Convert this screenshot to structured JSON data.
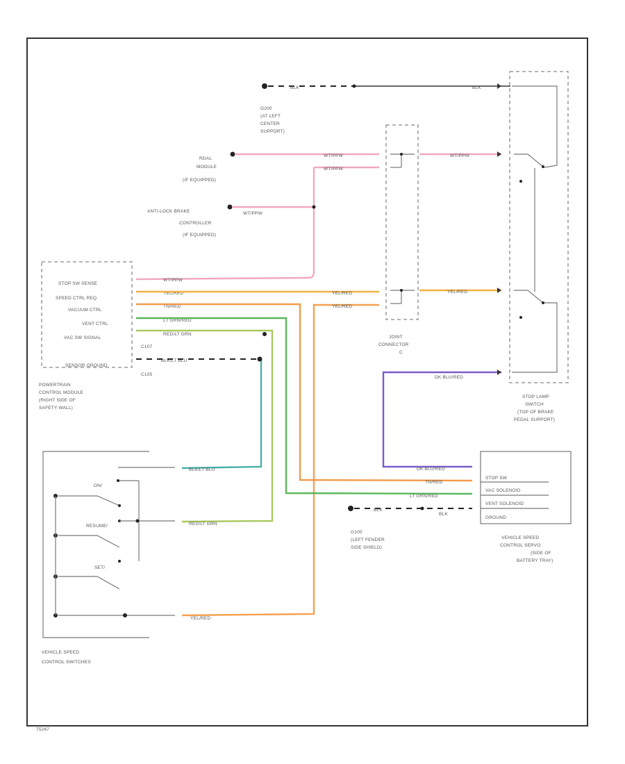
{
  "colors": {
    "pink": "#f2a7c3",
    "orange_yel": "#f5b040",
    "orange": "#f39a4a",
    "green_yel": "#8fcf60",
    "green": "#58b85a",
    "teal": "#48b0a8",
    "purple": "#7a5cc9",
    "violet": "#9d5fd0",
    "black": "#333333"
  },
  "labels": {
    "g200": [
      "G200",
      "(AT LEFT",
      "CENTER",
      "SUPPORT)"
    ],
    "rdal": [
      "RDAL",
      "MODULE",
      "(IF EQUIPPED)"
    ],
    "abs": [
      "ANTI-LOCK BRAKE",
      "CONTROLLER",
      "(IF EQUIPPED)"
    ],
    "pcm": [
      "POWERTRAIN",
      "CONTROL MODULE",
      "(RIGHT SIDE OF",
      "SAFETY WALL)"
    ],
    "joint": [
      "JOINT",
      "CONNECTOR",
      "C"
    ],
    "stoplamp": [
      "STOP LAMP",
      "SWITCH",
      "(TOP OF BRAKE",
      "PEDAL SUPPORT)"
    ],
    "servo": [
      "VEHICLE SPEED",
      "CONTROL SERVO",
      "(SIDE OF",
      "BATTERY TRAY)"
    ],
    "g100": [
      "G100",
      "(LEFT FENDER",
      "SIDE SHIELD)"
    ],
    "switches": [
      "VEHICLE SPEED",
      "CONTROL SWITCHES"
    ],
    "footer": "75267"
  },
  "pcm_pins": [
    "STOP SW SENSE",
    "SPEED CTRL REQ",
    "VACUUM CTRL",
    "VENT CTRL",
    "VAC SW SIGNAL",
    "SENSOR GROUND"
  ],
  "pcm_connectors": [
    "C107",
    "C105"
  ],
  "servo_pins": [
    "STOP SW",
    "VAC SOLENOID",
    "VENT SOLENOID",
    "GROUND"
  ],
  "switch_labels": [
    "ON/",
    "RESUME/",
    "SET/"
  ],
  "wire_labels": {
    "blk_top_left": "BLK",
    "blk_top_right": "BLK",
    "rdal_wire": "WT/PPW",
    "joint_wire_b": "WT/PPW",
    "stop_top": "WT/PPW",
    "abs_wire": "WT/PPW",
    "pcm_stop": "WT/PPW",
    "pcm_speed": "YEL/RED",
    "pcm_vac": "TN/RED",
    "pcm_vent": "LT GRN/RED",
    "pcm_vacsw": "RED/LT GRN",
    "pcm_gnd": "BLK/LT BLU",
    "yel_to_joint_a": "YEL/RED",
    "yel_to_joint_b": "YEL/RED",
    "joint_to_stop": "YEL/RED",
    "purple_stop": "DK BLU/RED",
    "purple_servo": "DK BLU/RED",
    "servo_tn": "TN/RED",
    "servo_grn": "LT GRN/RED",
    "servo_blk": "BLK",
    "g100_blk": "BLK",
    "sw_gnd": "BLK/LT BLU",
    "sw_red": "RED/LT GRN",
    "sw_yel": "YEL/RED"
  }
}
